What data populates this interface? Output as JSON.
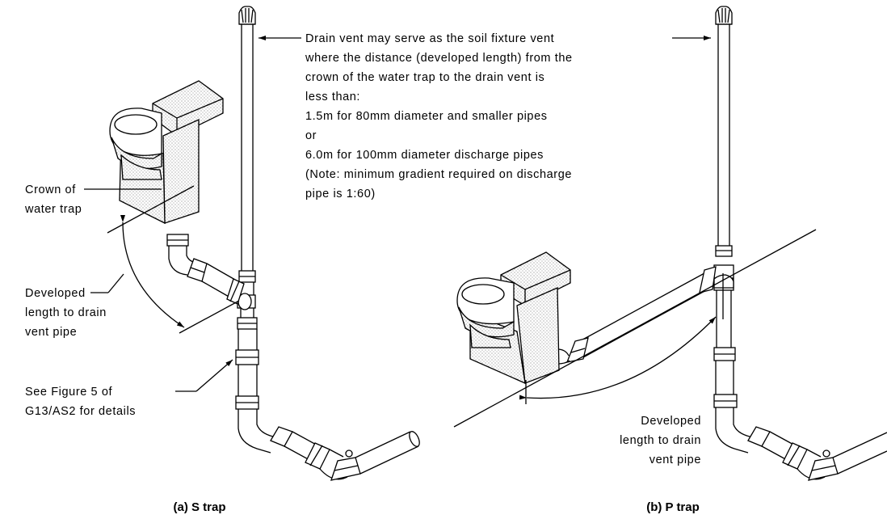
{
  "vent_note": [
    "Drain vent may serve as the soil fixture vent",
    "where the distance (developed length) from the",
    "crown of the water trap to the drain vent is",
    "less than:",
    "1.5m for 80mm diameter and smaller pipes",
    "or",
    "6.0m for 100mm diameter discharge pipes",
    "(Note: minimum gradient required on discharge",
    "pipe is 1:60)"
  ],
  "s_trap": {
    "crown_label": [
      "Crown of",
      "water trap"
    ],
    "developed_label": [
      "Developed",
      "length to drain",
      "vent pipe"
    ],
    "see_figure_label": [
      "See Figure 5 of",
      "G13/AS2 for details"
    ],
    "caption": "(a) S trap"
  },
  "p_trap": {
    "developed_label": [
      "Developed",
      "length to drain",
      "vent pipe"
    ],
    "caption": "(b) P trap"
  }
}
